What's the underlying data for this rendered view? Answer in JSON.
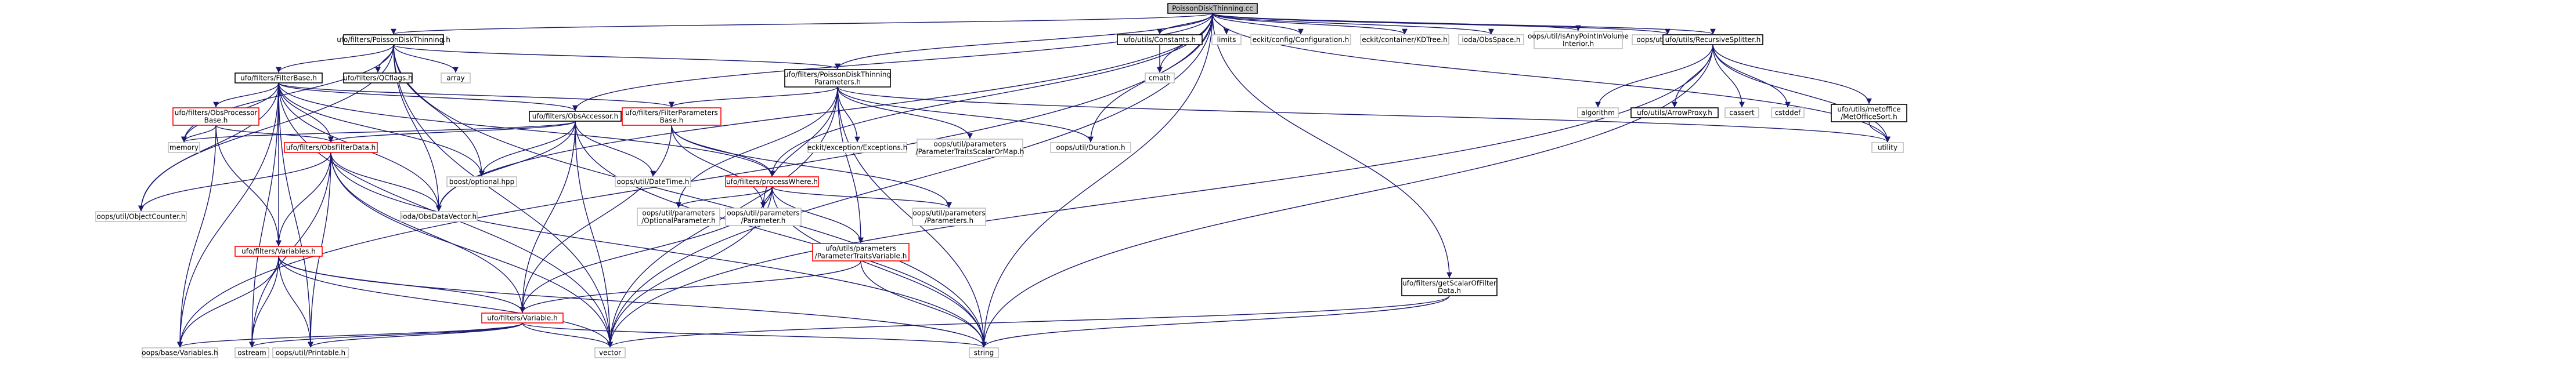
{
  "graph": {
    "title": "",
    "colors": {
      "edge": "#191970",
      "root_fill": "#bfbfbf",
      "node_stroke_black": "#000000",
      "node_stroke_red": "#ff0000",
      "node_fill": "#ffffff"
    }
  },
  "nodes": [
    {
      "id": "root",
      "lines": [
        "PoissonDiskThinning.cc"
      ],
      "style": "root"
    },
    {
      "id": "pdt_h",
      "lines": [
        "ufo/filters/PoissonDiskThinning.h"
      ],
      "style": "black"
    },
    {
      "id": "constants",
      "lines": [
        "ufo/utils/Constants.h"
      ],
      "style": "black"
    },
    {
      "id": "limits",
      "lines": [
        "limits"
      ],
      "style": "plain"
    },
    {
      "id": "eckit_config",
      "lines": [
        "eckit/config/Configuration.h"
      ],
      "style": "plain"
    },
    {
      "id": "kdtree",
      "lines": [
        "eckit/container/KDTree.h"
      ],
      "style": "plain"
    },
    {
      "id": "obsspace",
      "lines": [
        "ioda/ObsSpace.h"
      ],
      "style": "plain"
    },
    {
      "id": "ispoint",
      "lines": [
        "oops/util/IsAnyPointInVolume",
        "Interior.h"
      ],
      "style": "plain"
    },
    {
      "id": "logger",
      "lines": [
        "oops/util/Logger.h"
      ],
      "style": "plain"
    },
    {
      "id": "recsplit",
      "lines": [
        "ufo/utils/RecursiveSplitter.h"
      ],
      "style": "black"
    },
    {
      "id": "filterbase",
      "lines": [
        "ufo/filters/FilterBase.h"
      ],
      "style": "black"
    },
    {
      "id": "qcflags",
      "lines": [
        "ufo/filters/QCflags.h"
      ],
      "style": "black"
    },
    {
      "id": "array",
      "lines": [
        "array"
      ],
      "style": "plain"
    },
    {
      "id": "pdt_params",
      "lines": [
        "ufo/filters/PoissonDiskThinning",
        "Parameters.h"
      ],
      "style": "black"
    },
    {
      "id": "cmath",
      "lines": [
        "cmath"
      ],
      "style": "plain"
    },
    {
      "id": "algorithm",
      "lines": [
        "algorithm"
      ],
      "style": "plain"
    },
    {
      "id": "arrowproxy",
      "lines": [
        "ufo/utils/ArrowProxy.h"
      ],
      "style": "black"
    },
    {
      "id": "cassert",
      "lines": [
        "cassert"
      ],
      "style": "plain"
    },
    {
      "id": "cstddef",
      "lines": [
        "cstddef"
      ],
      "style": "plain"
    },
    {
      "id": "metoffice",
      "lines": [
        "ufo/utils/metoffice",
        "/MetOfficeSort.h"
      ],
      "style": "black"
    },
    {
      "id": "utility",
      "lines": [
        "utility"
      ],
      "style": "plain"
    },
    {
      "id": "obsprocbase",
      "lines": [
        "ufo/filters/ObsProcessor",
        "Base.h"
      ],
      "style": "red"
    },
    {
      "id": "obsaccessor",
      "lines": [
        "ufo/filters/ObsAccessor.h"
      ],
      "style": "black"
    },
    {
      "id": "filterparams",
      "lines": [
        "ufo/filters/FilterParameters",
        "Base.h"
      ],
      "style": "red"
    },
    {
      "id": "eckit_exc",
      "lines": [
        "eckit/exception/Exceptions.h"
      ],
      "style": "plain"
    },
    {
      "id": "ptscalar",
      "lines": [
        "oops/util/parameters",
        "/ParameterTraitsScalarOrMap.h"
      ],
      "style": "plain"
    },
    {
      "id": "duration",
      "lines": [
        "oops/util/Duration.h"
      ],
      "style": "plain"
    },
    {
      "id": "memory",
      "lines": [
        "memory"
      ],
      "style": "plain"
    },
    {
      "id": "obsfilterdata",
      "lines": [
        "ufo/filters/ObsFilterData.h"
      ],
      "style": "red"
    },
    {
      "id": "boostopt",
      "lines": [
        "boost/optional.hpp"
      ],
      "style": "plain"
    },
    {
      "id": "datetime",
      "lines": [
        "oops/util/DateTime.h"
      ],
      "style": "plain"
    },
    {
      "id": "processwhere",
      "lines": [
        "ufo/filters/processWhere.h"
      ],
      "style": "red"
    },
    {
      "id": "objcounter",
      "lines": [
        "oops/util/ObjectCounter.h"
      ],
      "style": "plain"
    },
    {
      "id": "obsdatavector",
      "lines": [
        "ioda/ObsDataVector.h"
      ],
      "style": "plain"
    },
    {
      "id": "variables",
      "lines": [
        "ufo/filters/Variables.h"
      ],
      "style": "red"
    },
    {
      "id": "optparam",
      "lines": [
        "oops/util/parameters",
        "/OptionalParameter.h"
      ],
      "style": "plain"
    },
    {
      "id": "parameter",
      "lines": [
        "oops/util/parameters",
        "/Parameter.h"
      ],
      "style": "plain"
    },
    {
      "id": "ptvariable",
      "lines": [
        "ufo/utils/parameters",
        "/ParameterTraitsVariable.h"
      ],
      "style": "red"
    },
    {
      "id": "parameters",
      "lines": [
        "oops/util/parameters",
        "/Parameters.h"
      ],
      "style": "plain"
    },
    {
      "id": "getscalar",
      "lines": [
        "ufo/filters/getScalarOfFilter",
        "Data.h"
      ],
      "style": "black"
    },
    {
      "id": "variable",
      "lines": [
        "ufo/filters/Variable.h"
      ],
      "style": "red"
    },
    {
      "id": "oopsvars",
      "lines": [
        "oops/base/Variables.h"
      ],
      "style": "plain"
    },
    {
      "id": "ostream",
      "lines": [
        "ostream"
      ],
      "style": "plain"
    },
    {
      "id": "printable",
      "lines": [
        "oops/util/Printable.h"
      ],
      "style": "plain"
    },
    {
      "id": "vector",
      "lines": [
        "vector"
      ],
      "style": "plain"
    },
    {
      "id": "string",
      "lines": [
        "string"
      ],
      "style": "plain"
    }
  ]
}
